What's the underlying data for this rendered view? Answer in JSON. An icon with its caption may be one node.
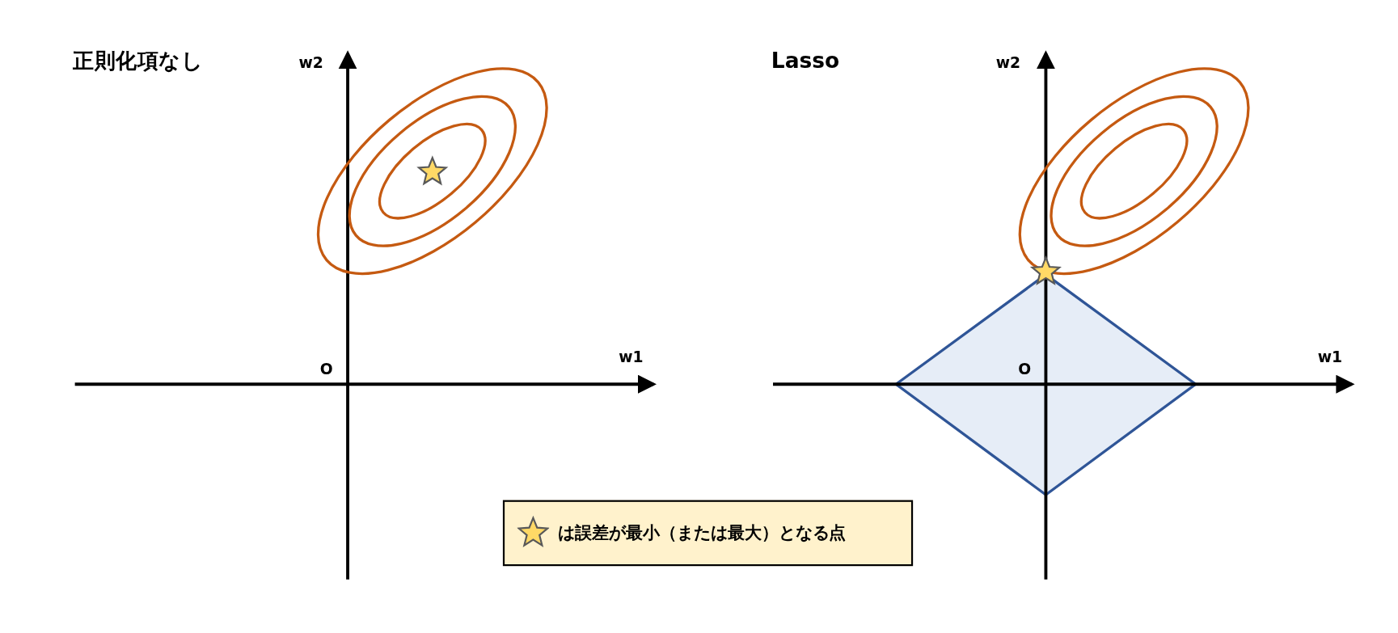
{
  "diagram": {
    "labels": [
      "正則化項なし",
      "w2",
      "O",
      "w1",
      "Lasso",
      "w2",
      "O",
      "w1"
    ],
    "legend": [
      {
        "text": "は誤差が最小（または最大）となる点"
      }
    ]
  }
}
